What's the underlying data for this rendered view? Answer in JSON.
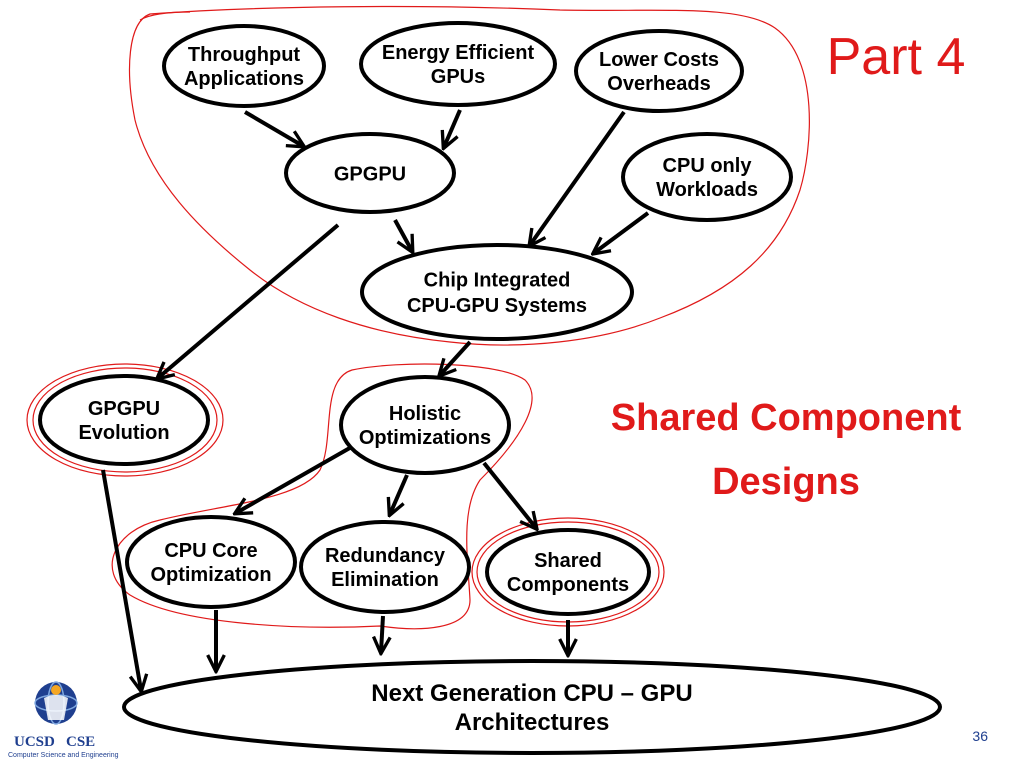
{
  "slide": {
    "part_title": "Part 4",
    "section_title_lines": [
      "Shared Component",
      "Designs"
    ],
    "slide_number": "36"
  },
  "logo": {
    "icon": "ucsd-person-globe-icon",
    "text_primary": "UCSD",
    "text_secondary": "CSE",
    "subtitle": "Computer Science and Engineering",
    "colors": {
      "primary": "#1f3f8f",
      "accent": "#f5a623"
    }
  },
  "colors": {
    "accent_red": "#e01a1a",
    "node_stroke": "#000000",
    "background": "#ffffff"
  },
  "nodes": {
    "throughput": {
      "lines": [
        "Throughput",
        "Applications"
      ]
    },
    "energy": {
      "lines": [
        "Energy Efficient",
        "GPUs"
      ]
    },
    "lowercost": {
      "lines": [
        "Lower Costs",
        "Overheads"
      ]
    },
    "gpgpu": {
      "lines": [
        "GPGPU"
      ]
    },
    "cpuonly": {
      "lines": [
        "CPU only",
        "Workloads"
      ]
    },
    "chip": {
      "lines": [
        "Chip Integrated",
        "CPU-GPU Systems"
      ]
    },
    "gpgpuevo": {
      "lines": [
        "GPGPU",
        "Evolution"
      ]
    },
    "holistic": {
      "lines": [
        "Holistic",
        "Optimizations"
      ]
    },
    "cpucore": {
      "lines": [
        "CPU Core",
        "Optimization"
      ]
    },
    "redundancy": {
      "lines": [
        "Redundancy",
        "Elimination"
      ]
    },
    "shared": {
      "lines": [
        "Shared",
        "Components"
      ]
    },
    "nextgen": {
      "lines": [
        "Next Generation CPU – GPU",
        "Architectures"
      ]
    }
  },
  "edges": [
    [
      "throughput",
      "gpgpu"
    ],
    [
      "energy",
      "gpgpu"
    ],
    [
      "lowercost",
      "chip"
    ],
    [
      "cpuonly",
      "chip"
    ],
    [
      "gpgpu",
      "chip"
    ],
    [
      "gpgpu",
      "gpgpuevo"
    ],
    [
      "chip",
      "holistic"
    ],
    [
      "holistic",
      "cpucore"
    ],
    [
      "holistic",
      "redundancy"
    ],
    [
      "holistic",
      "shared"
    ],
    [
      "gpgpuevo",
      "nextgen"
    ],
    [
      "cpucore",
      "nextgen"
    ],
    [
      "redundancy",
      "nextgen"
    ],
    [
      "shared",
      "nextgen"
    ]
  ]
}
